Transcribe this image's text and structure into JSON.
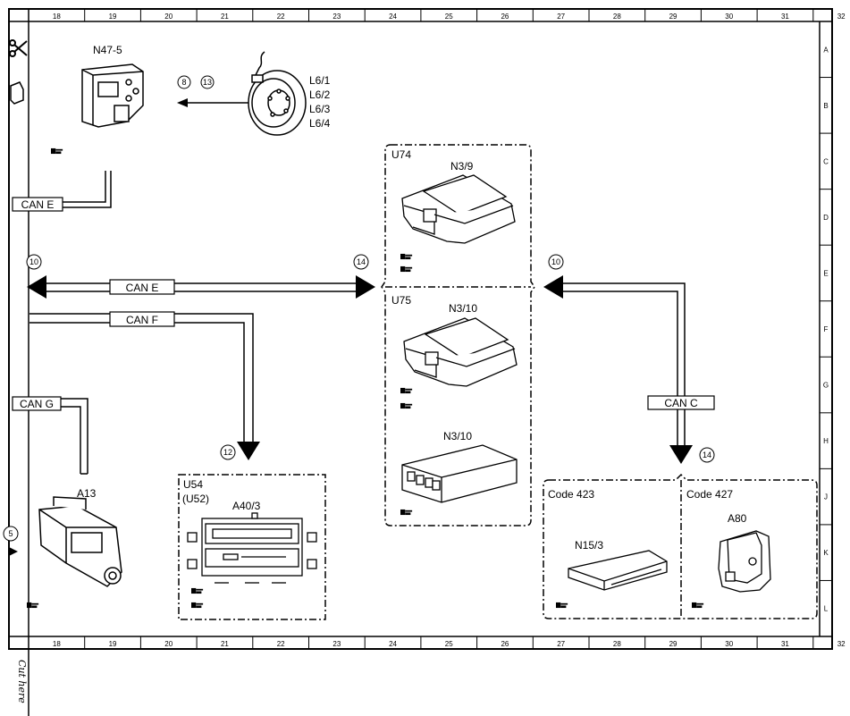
{
  "columns": [
    "18",
    "19",
    "20",
    "21",
    "22",
    "23",
    "24",
    "25",
    "26",
    "27",
    "28",
    "29",
    "30",
    "31",
    "32"
  ],
  "rows": [
    "A",
    "B",
    "C",
    "D",
    "E",
    "F",
    "G",
    "H",
    "J",
    "K",
    "L"
  ],
  "components": {
    "n47_5": "N47-5",
    "l6_labels": [
      "L6/1",
      "L6/2",
      "L6/3",
      "L6/4"
    ],
    "u74": "U74",
    "n3_9": "N3/9",
    "u75": "U75",
    "n3_10_a": "N3/10",
    "n3_10_b": "N3/10",
    "u54": "U54",
    "u52": "(U52)",
    "a40_3": "A40/3",
    "a13": "A13",
    "code423": "Code 423",
    "n15_3": "N15/3",
    "code427": "Code 427",
    "a80": "A80"
  },
  "bus_labels": {
    "can_e_top": "CAN E",
    "can_e_main": "CAN E",
    "can_f": "CAN F",
    "can_g": "CAN G",
    "can_c": "CAN C"
  },
  "markers": {
    "m8": "8",
    "m13": "13",
    "m10_left": "10",
    "m14_center": "14",
    "m10_right": "10",
    "m12": "12",
    "m14_bottom": "14",
    "m5": "5"
  },
  "footer": {
    "cut_here": "Cut here"
  }
}
